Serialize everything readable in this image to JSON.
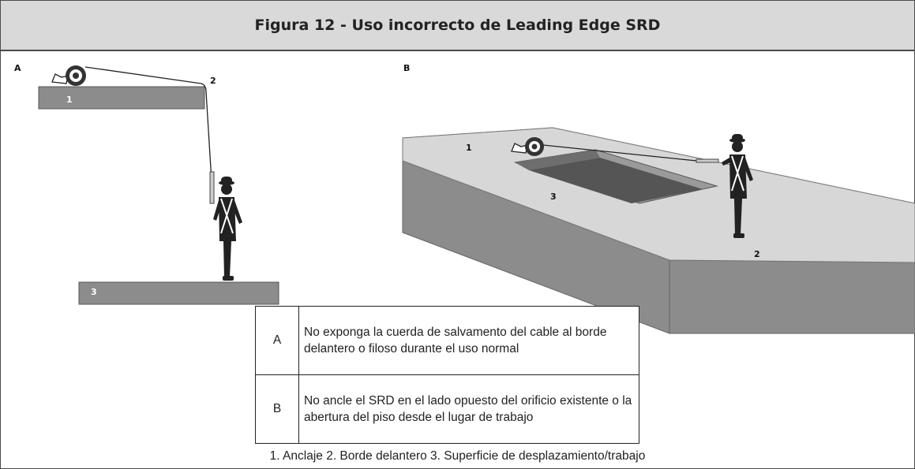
{
  "figure_title": "Figura 12 - Uso incorrecto de Leading Edge SRD",
  "panels": {
    "a_label": "A",
    "b_label": "B"
  },
  "numbers": {
    "a1": "1",
    "a2": "2",
    "a3": "3",
    "b1": "1",
    "b2": "2",
    "b3": "3"
  },
  "notes": [
    {
      "key": "A",
      "text": "No exponga la cuerda de salvamento del cable al borde delantero o filoso durante el uso normal"
    },
    {
      "key": "B",
      "text": "No ancle el SRD en el lado opuesto del orificio existente o la abertura del piso desde el lugar de trabajo"
    }
  ],
  "legend": "1. Anclaje 2. Borde delantero 3. Superficie de desplazamiento/trabajo",
  "colors": {
    "slab_gray": "#8c8c8c",
    "floor_light": "#d7d7d7",
    "header_bg": "#d9d9d9",
    "figure": "#222222"
  }
}
